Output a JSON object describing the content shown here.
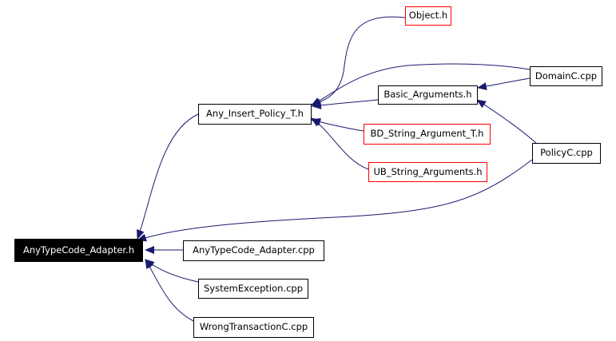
{
  "graph": {
    "colors": {
      "edge": "#191970",
      "external_border": "#ff0000",
      "root_fill": "#000000",
      "root_text": "#ffffff"
    },
    "nodes": {
      "anytypecode_adapter_h": "AnyTypeCode_Adapter.h",
      "any_insert_policy_t_h": "Any_Insert_Policy_T.h",
      "object_h": "Object.h",
      "basic_arguments_h": "Basic_Arguments.h",
      "bd_string_argument_t_h": "BD_String_Argument_T.h",
      "ub_string_arguments_h": "UB_String_Arguments.h",
      "domainc_cpp": "DomainC.cpp",
      "policyc_cpp": "PolicyC.cpp",
      "anytypecode_adapter_cpp": "AnyTypeCode_Adapter.cpp",
      "systemexception_cpp": "SystemException.cpp",
      "wrongtransactionc_cpp": "WrongTransactionC.cpp"
    },
    "edges": [
      "any_insert_policy_t_h -> anytypecode_adapter_h",
      "policyc_cpp -> anytypecode_adapter_h",
      "anytypecode_adapter_cpp -> anytypecode_adapter_h",
      "systemexception_cpp -> anytypecode_adapter_h",
      "wrongtransactionc_cpp -> anytypecode_adapter_h",
      "object_h -> any_insert_policy_t_h",
      "domainc_cpp -> any_insert_policy_t_h",
      "basic_arguments_h -> any_insert_policy_t_h",
      "bd_string_argument_t_h -> any_insert_policy_t_h",
      "ub_string_arguments_h -> any_insert_policy_t_h",
      "domainc_cpp -> basic_arguments_h",
      "policyc_cpp -> basic_arguments_h"
    ]
  }
}
